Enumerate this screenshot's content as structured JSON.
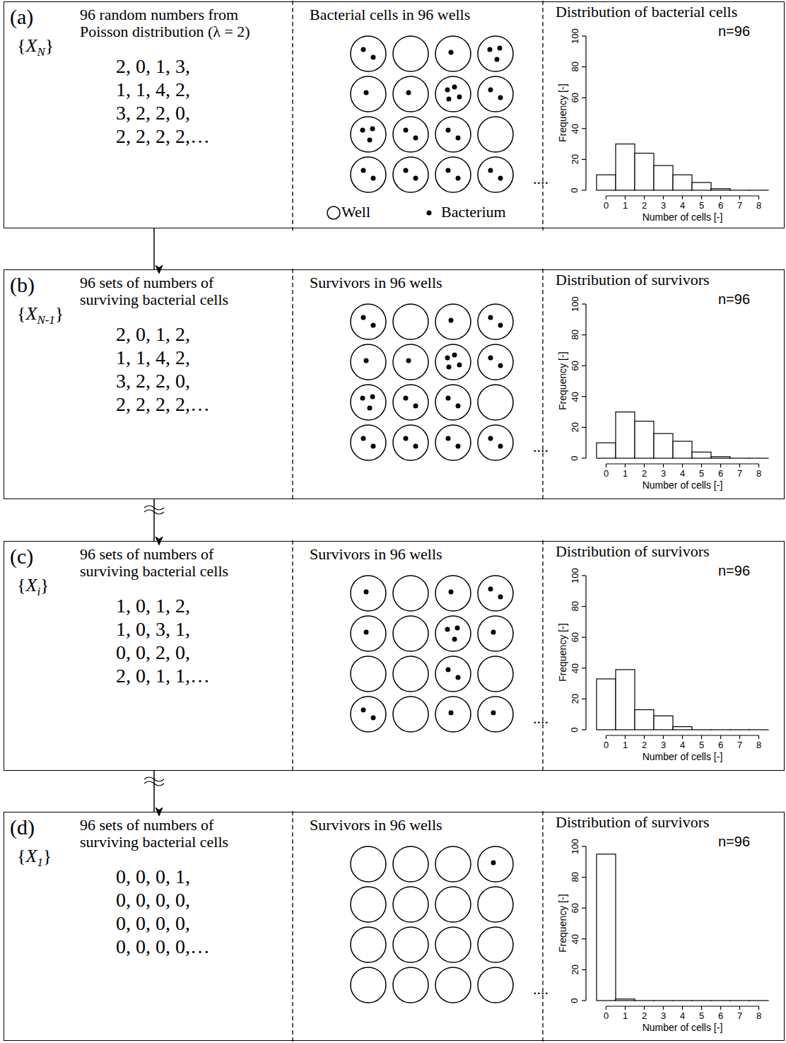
{
  "diagram": {
    "nodes": [
      {
        "text": [
          "(a)",
          "96 random numbers from Poisson distribution (λ = 2)",
          "{XN}",
          "2, 0, 1, 3,",
          "1, 1, 4, 2,",
          "3, 2, 2, 0,",
          "2, 2, 2, 2,…",
          "Bacterial cells in 96 wells",
          "Distribution of bacterial cells",
          "n=96",
          "Frequency [-]",
          "0",
          "20",
          "40",
          "60",
          "80",
          "100",
          "0",
          "1",
          "2",
          "3",
          "4",
          "5",
          "6",
          "7",
          "8",
          "Number of cells [-]",
          "...."
        ]
      },
      {
        "text": [
          "(b)",
          "96 sets of numbers of surviving bacterial cells",
          "{XN-1}",
          "2, 0, 1, 2,",
          "1, 1, 4, 2,",
          "3, 2, 2, 0,",
          "2, 2, 2, 2,…",
          "Survivors in 96 wells",
          "Distribution of survivors",
          "n=96",
          "Frequency [-]",
          "0",
          "20",
          "40",
          "60",
          "80",
          "100",
          "0",
          "1",
          "2",
          "3",
          "4",
          "5",
          "6",
          "7",
          "8",
          "Number of cells [-]",
          "...."
        ]
      },
      {
        "text": [
          "(c)",
          "96 sets of numbers of surviving bacterial cells",
          "{Xi}",
          "1, 0, 1, 2,",
          "1, 0, 3, 1,",
          "0, 0, 2, 0,",
          "2, 0, 1, 1,…",
          "Survivors in 96 wells",
          "Distribution of survivors",
          "n=96",
          "Frequency [-]",
          "0",
          "20",
          "40",
          "60",
          "80",
          "100",
          "0",
          "1",
          "2",
          "3",
          "4",
          "5",
          "6",
          "7",
          "8",
          "Number of cells [-]",
          "...."
        ]
      },
      {
        "text": [
          "(d)",
          "96 sets of numbers of surviving bacterial cells",
          "{X1}",
          "0, 0, 0, 1,",
          "0, 0, 0, 0,",
          "0, 0, 0, 0,",
          "0, 0, 0, 0,…",
          "Survivors in 96 wells",
          "Distribution of survivors",
          "n=96",
          "Frequency [-]",
          "0",
          "20",
          "40",
          "60",
          "80",
          "100",
          "0",
          "1",
          "2",
          "3",
          "4",
          "5",
          "6",
          "7",
          "8",
          "Number of cells [-]",
          "...."
        ]
      }
    ],
    "edges": [
      {
        "from": 0,
        "to": 1,
        "arrow": "to"
      },
      {
        "from": 1,
        "to": 2,
        "arrow": "to"
      },
      {
        "from": 2,
        "to": 3,
        "arrow": "to"
      }
    ],
    "legend": [
      {
        "text": "Well"
      },
      {
        "text": "Bacterium"
      }
    ]
  }
}
